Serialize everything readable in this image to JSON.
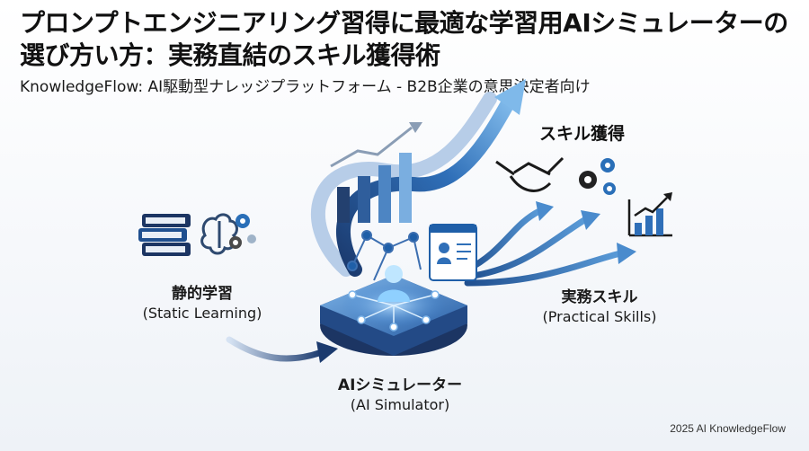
{
  "header": {
    "title": "プロンプトエンジニアリング習得に最適な学習用AIシミュレーターの選び方い方：実務直結のスキル獲得術",
    "subtitle": "KnowledgeFlow: AI駆動型ナレッジプラットフォーム - B2B企業の意思決定者向け"
  },
  "diagram": {
    "static_learning": {
      "jp": "静的学習",
      "en": "(Static Learning)"
    },
    "ai_simulator": {
      "jp": "AIシミュレーター",
      "en": "(AI Simulator)"
    },
    "practical_skills": {
      "jp": "実務スキル",
      "en": "(Practical Skills)"
    },
    "skill_acquisition": "スキル獲得"
  },
  "icons": [
    "book-stack-icon",
    "brain-icon",
    "gear-icon",
    "bar-chart-icon",
    "handshake-icon",
    "person-icon",
    "network-icon",
    "profile-card-icon"
  ],
  "colors": {
    "primary": "#1f5fa8",
    "dark": "#1b2f57",
    "light": "#5aa3e0",
    "accent": "#8fc4ee"
  },
  "footer": {
    "text": "2025 AI KnowledgeFlow"
  }
}
